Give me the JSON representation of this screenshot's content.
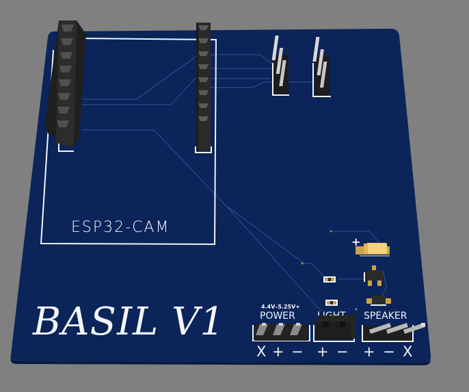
{
  "scene": {
    "type": "3D PCB render",
    "background_color": "#808080",
    "board_color": "#0b2459",
    "silkscreen_color": "#f2f4f8"
  },
  "board": {
    "title": "BASIL V1",
    "module_outline_label": "ESP32-CAM",
    "power_voltage_label": "4.4V–5.25V+",
    "connectors": [
      {
        "id": "power",
        "label": "POWER",
        "pins": [
          "X",
          "+",
          "−"
        ]
      },
      {
        "id": "light",
        "label": "LIGHT",
        "pins": [
          "+",
          "−"
        ]
      },
      {
        "id": "speaker",
        "label": "SPEAKER",
        "pins": [
          "+",
          "−",
          "X"
        ]
      }
    ],
    "capacitor_polarity_mark": "+",
    "components": [
      {
        "name": "esp32-header-left",
        "type": "female header 1x8"
      },
      {
        "name": "esp32-header-right",
        "type": "female header 1x8"
      },
      {
        "name": "pin-header-a",
        "type": "male header 1x3"
      },
      {
        "name": "pin-header-b",
        "type": "male header 1x3"
      },
      {
        "name": "tantalum-capacitor",
        "type": "SMD capacitor"
      },
      {
        "name": "voltage-regulator",
        "type": "SOT-223"
      },
      {
        "name": "diode",
        "type": "SMD diode"
      },
      {
        "name": "resistor-1",
        "type": "0805 resistor"
      },
      {
        "name": "resistor-2",
        "type": "0805 resistor"
      }
    ]
  }
}
